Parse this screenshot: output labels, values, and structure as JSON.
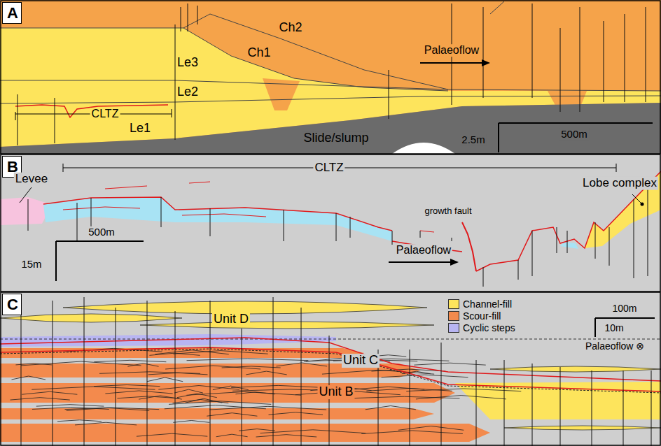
{
  "diagram": {
    "nodes": [
      {
        "text": [
          "A"
        ]
      },
      {
        "text": [
          "B"
        ]
      },
      {
        "text": [
          "C"
        ]
      }
    ],
    "labels": [
      "Ch2",
      "Ch1",
      "Palaeoflow",
      "Le3",
      "CLTZ",
      "Le2",
      "Le1",
      "Slide/slump",
      "2.5m",
      "500m",
      "CLTZ",
      "Levee",
      "Palaeoflow",
      "growth fault",
      "Lobe complex",
      "500m",
      "15m",
      "100m",
      "10m",
      "Unit D",
      "Palaeoflow ⊗",
      "Unit C",
      "Unit B"
    ],
    "legend": [
      {
        "text": "Channel-fill",
        "color": "#fde45c"
      },
      {
        "text": "Scour-fill",
        "color": "#f38a4d"
      },
      {
        "text": "Cyclic steps",
        "color": "#b8b5f2"
      }
    ]
  }
}
